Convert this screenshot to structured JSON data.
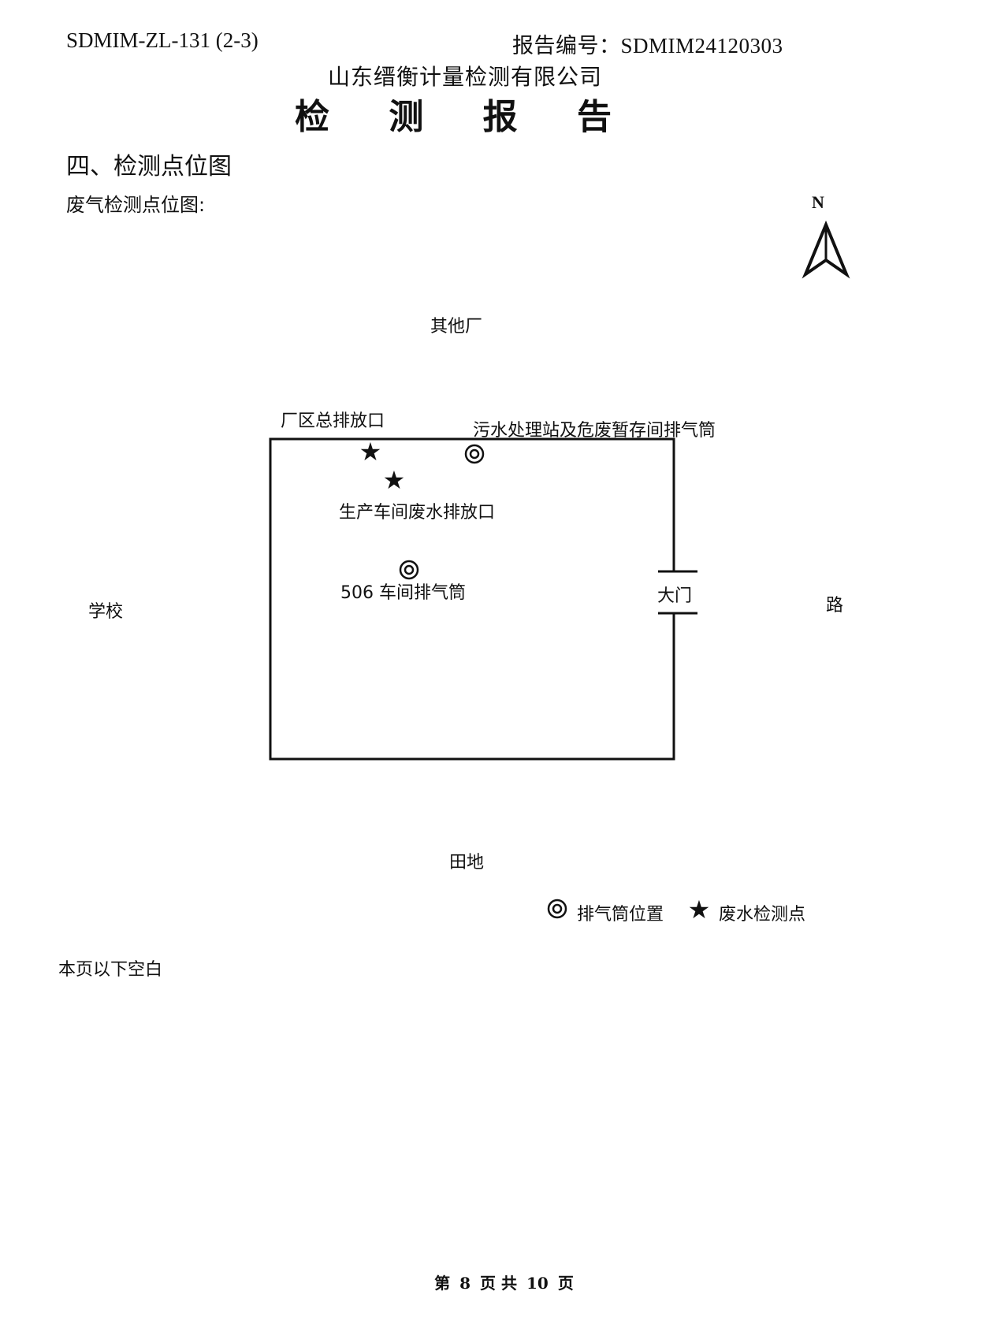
{
  "header": {
    "form_code": "SDMIM-ZL-131 (2-3)",
    "report_no": "报告编号：SDMIM24120303",
    "company": "山东缙衡计量检测有限公司",
    "title": "检 测 报 告"
  },
  "section": {
    "heading": "四、检测点位图",
    "subheading": "废气检测点位图:"
  },
  "map": {
    "north": "N",
    "surroundings": {
      "north": "其他厂",
      "west": "学校",
      "east": "路",
      "south": "田地"
    },
    "gate": "大门",
    "points": {
      "total_outlet": "厂区总排放口",
      "sewage_station_stack": "污水处理站及危废暂存间排气筒",
      "workshop_wastewater_outlet": "生产车间废水排放口",
      "workshop_506_stack": "506 车间排气筒"
    },
    "legend": {
      "stack": "排气筒位置",
      "wastewater": "废水检测点"
    }
  },
  "blank_note": "本页以下空白",
  "footer": {
    "page_prefix": "第",
    "page_current": "8",
    "page_mid": "页 共",
    "page_total": "10",
    "page_suffix": "页"
  }
}
